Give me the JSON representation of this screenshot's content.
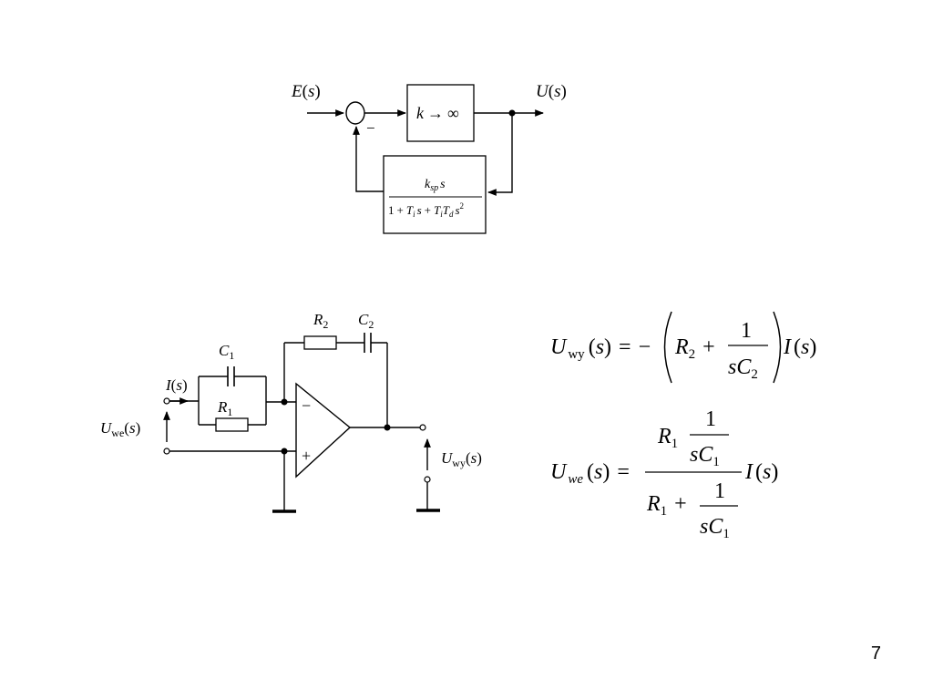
{
  "block_diagram": {
    "input_label": {
      "base": "E",
      "arg": "s"
    },
    "output_label": {
      "base": "U",
      "arg": "s"
    },
    "forward_gain": {
      "var": "k",
      "arrow": "→",
      "inf": "∞"
    },
    "minus_sign": "−",
    "feedback_numerator": {
      "k": "k",
      "k_sub": "sp",
      "s": "s"
    },
    "feedback_denominator": {
      "one": "1",
      "plus": "+",
      "Ti": "T",
      "Ti_sub": "i",
      "s": "s",
      "Td": "T",
      "Td_sub": "d",
      "exp": "2"
    }
  },
  "circuit": {
    "c1_label": {
      "base": "C",
      "sub": "1"
    },
    "r1_label": {
      "base": "R",
      "sub": "1"
    },
    "r2_label": {
      "base": "R",
      "sub": "2"
    },
    "c2_label": {
      "base": "C",
      "sub": "2"
    },
    "current_label": {
      "base": "I",
      "arg": "s"
    },
    "input_voltage": {
      "base": "U",
      "sub": "we",
      "arg": "s"
    },
    "output_voltage": {
      "base": "U",
      "sub": "wy",
      "arg": "s"
    },
    "opamp_minus": "−",
    "opamp_plus": "+"
  },
  "equations": {
    "eq1": {
      "lhs": {
        "base": "U",
        "sub": "wy",
        "arg": "s"
      },
      "eq": "=",
      "neg": "−",
      "R": "R",
      "R_sub": "2",
      "plus": "+",
      "num": "1",
      "den_s": "s",
      "den_C": "C",
      "den_sub": "2",
      "I": "I",
      "I_arg": "s"
    },
    "eq2": {
      "lhs": {
        "base": "U",
        "sub": "we",
        "arg": "s"
      },
      "eq": "=",
      "top_R": "R",
      "top_R_sub": "1",
      "top_num": "1",
      "top_den_s": "s",
      "top_den_C": "C",
      "top_den_sub": "1",
      "bot_R": "R",
      "bot_R_sub": "1",
      "plus": "+",
      "bot_num": "1",
      "bot_den_s": "s",
      "bot_den_C": "C",
      "bot_den_sub": "1",
      "I": "I",
      "I_arg": "s"
    }
  },
  "page_number": "7"
}
